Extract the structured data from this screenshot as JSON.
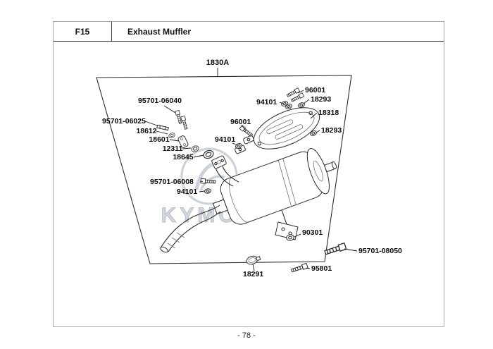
{
  "header": {
    "code": "F15",
    "title": "Exhaust Muffler"
  },
  "footer": {
    "page_number": "- 78 -"
  },
  "watermark": {
    "brand": "KYMCO"
  },
  "colors": {
    "watermark_gray": "#d2d6dd",
    "line_art": "#2b2b2b"
  },
  "parts": {
    "labels": [
      {
        "text": "1830A"
      },
      {
        "text": "95701-06040"
      },
      {
        "text": "95701-06025"
      },
      {
        "text": "18612"
      },
      {
        "text": "18601"
      },
      {
        "text": "12311"
      },
      {
        "text": "18645"
      },
      {
        "text": "96001"
      },
      {
        "text": "94101"
      },
      {
        "text": "18293"
      },
      {
        "text": "18318"
      },
      {
        "text": "96001"
      },
      {
        "text": "18293"
      },
      {
        "text": "94101"
      },
      {
        "text": "95701-06008"
      },
      {
        "text": "94101"
      },
      {
        "text": "90301"
      },
      {
        "text": "95701-08050"
      },
      {
        "text": "18291"
      },
      {
        "text": "95801"
      }
    ]
  }
}
